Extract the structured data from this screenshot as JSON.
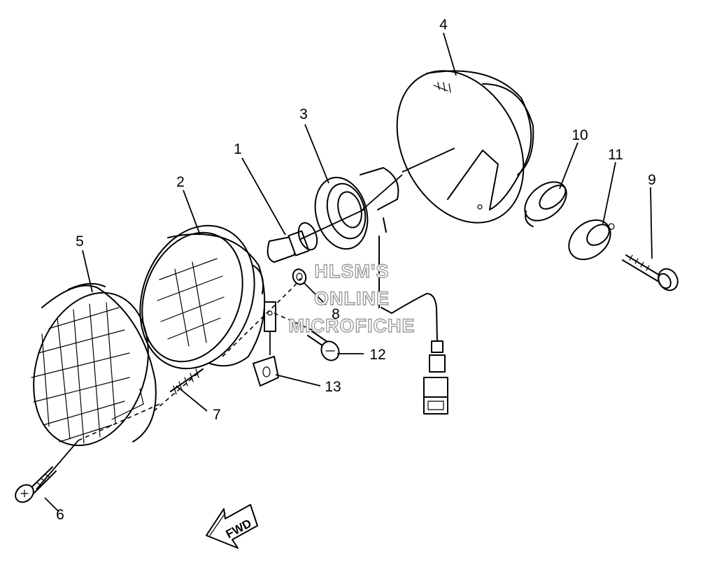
{
  "diagram": {
    "callouts": {
      "c1": "1",
      "c2": "2",
      "c3": "3",
      "c4": "4",
      "c5": "5",
      "c6": "6",
      "c7": "7",
      "c8": "8",
      "c9": "9",
      "c10": "10",
      "c11": "11",
      "c12": "12",
      "c13": "13"
    },
    "watermark": {
      "line1": "HLSM'S",
      "line2": "ONLINE",
      "line3": "MICROFICHE"
    },
    "direction_label": "FWD"
  }
}
